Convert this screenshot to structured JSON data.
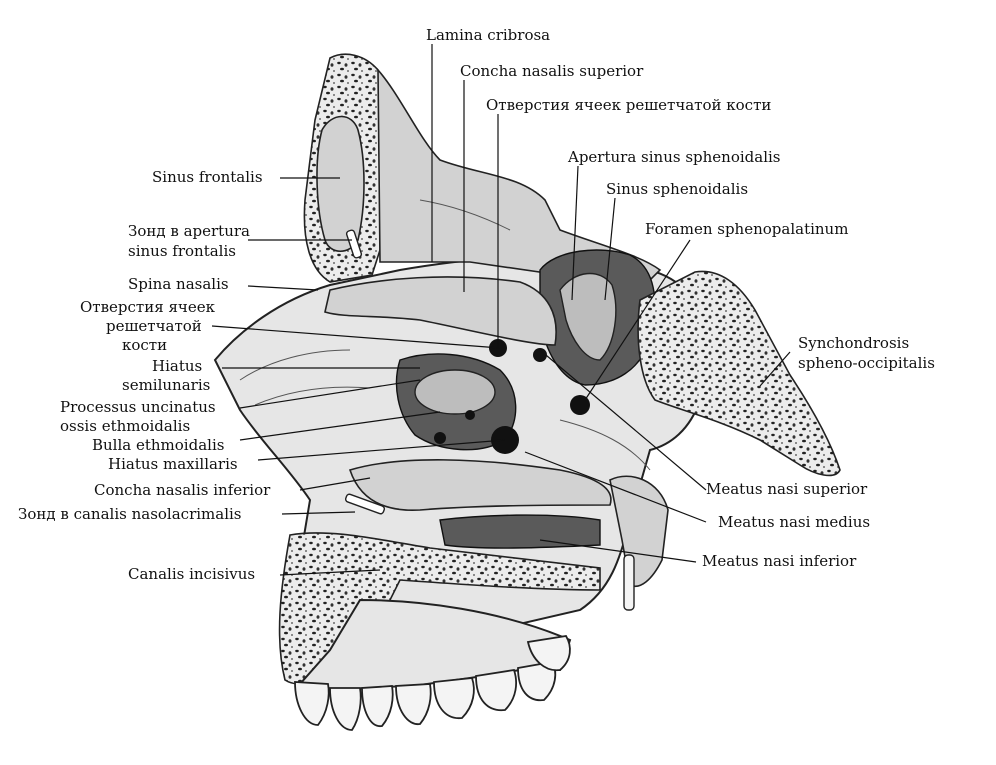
{
  "labels": {
    "lamina_cribrosa": "Lamina cribrosa",
    "concha_nasalis_superior": "Concha nasalis superior",
    "otverstiya_top": "Отверстия ячеек решетчатой кости",
    "apertura_sinus_sphenoidalis": "Apertura sinus sphenoidalis",
    "sinus_sphenoidalis": "Sinus sphenoidalis",
    "foramen_sphenopalatinum": "Foramen sphenopalatinum",
    "sinus_frontalis": "Sinus frontalis",
    "zond_apertura_1": "Зонд в apertura",
    "zond_apertura_2": "sinus frontalis",
    "spina_nasalis": "Spina nasalis",
    "otverstiya_left_1": "Отверстия ячеек",
    "otverstiya_left_2": "решетчатой",
    "otverstiya_left_3": "кости",
    "synchondrosis_1": "Synchondrosis",
    "synchondrosis_2": "spheno-occipitalis",
    "hiatus_semilunaris_1": "Hiatus",
    "hiatus_semilunaris_2": "semilunaris",
    "processus_uncinatus_1": "Processus uncinatus",
    "processus_uncinatus_2": "ossis ethmoidalis",
    "bulla_ethmoidalis": "Bulla ethmoidalis",
    "hiatus_maxillaris": "Hiatus maxillaris",
    "concha_nasalis_inferior": "Concha nasalis inferior",
    "meatus_nasi_superior": "Meatus nasi superior",
    "zond_canalis": "Зонд в canalis nasolacrimalis",
    "meatus_nasi_medius": "Meatus nasi medius",
    "meatus_nasi_inferior": "Meatus nasi inferior",
    "canalis_incisivus": "Canalis incisivus"
  }
}
